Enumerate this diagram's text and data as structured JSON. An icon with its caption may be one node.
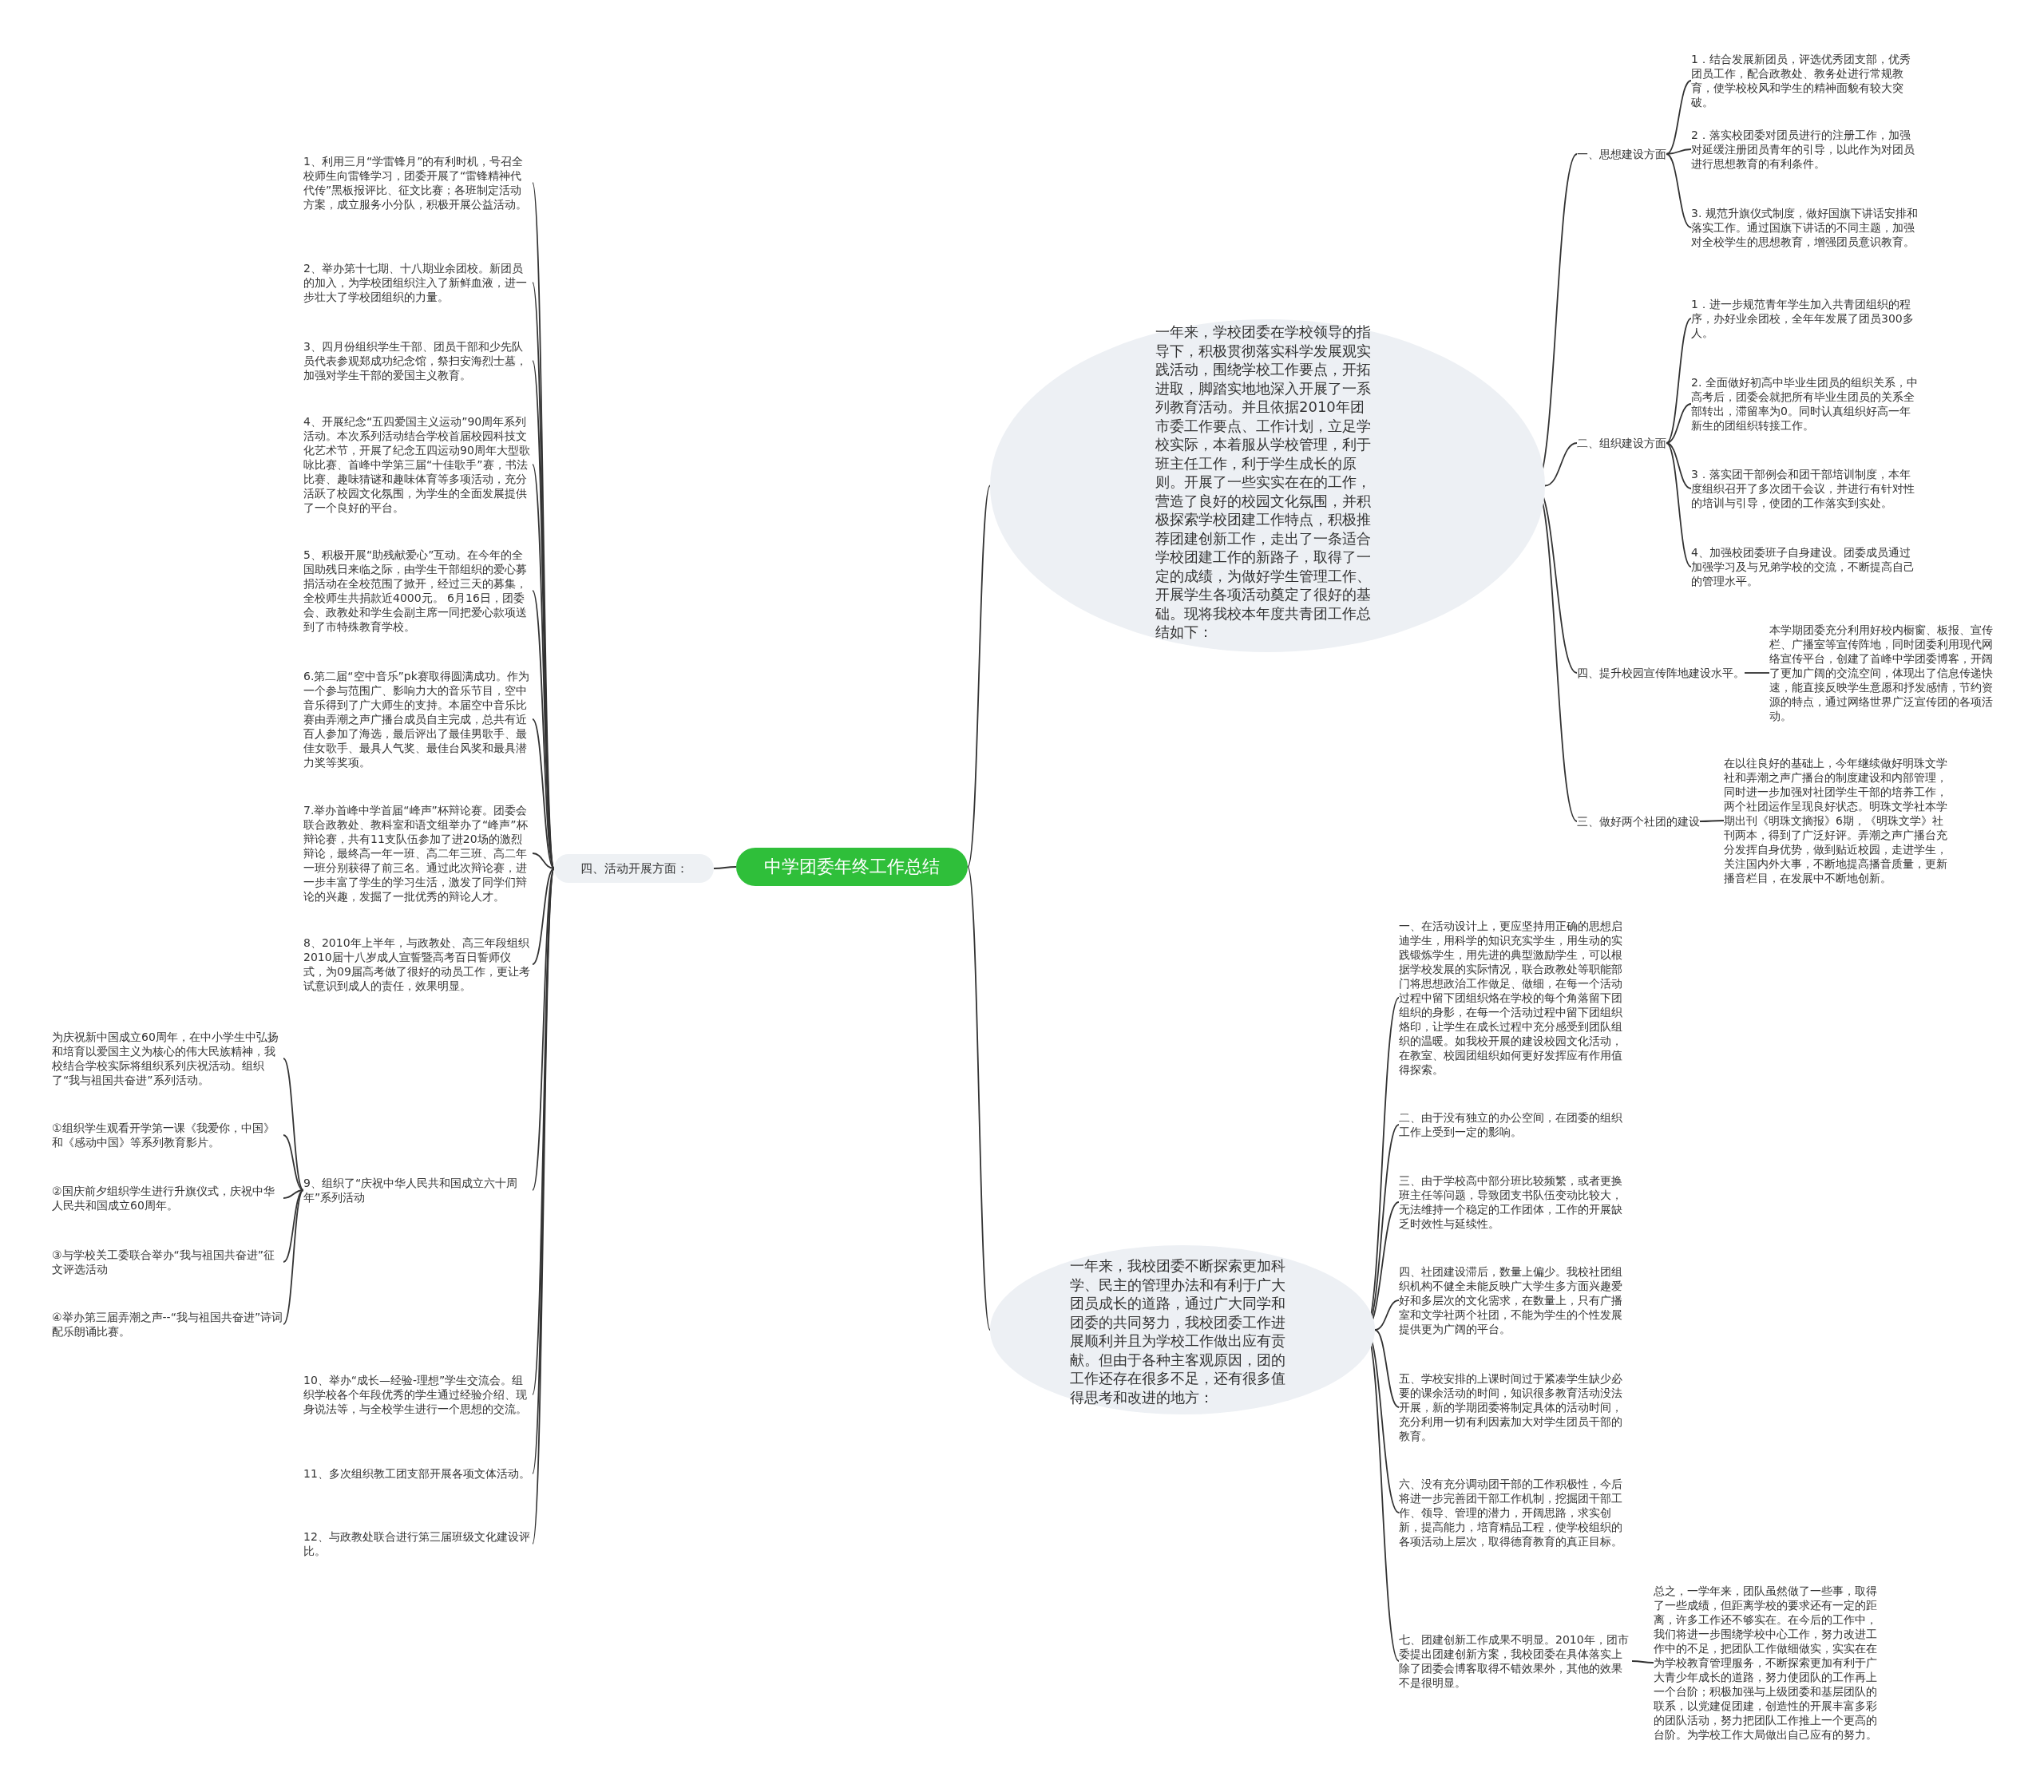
{
  "diagram": {
    "nodes": [
      {
        "text": [
          "中学团委年终工作总结"
        ]
      },
      {
        "text": [
          "一年来，学校团委在学校领导的指导下，积极贯彻落实科学发展观实践活动，围绕学校工作要点，开拓进取，脚踏实地地深入开展了一系列教育活动。并且依据2010年团市委工作要点、工作计划，立足学校实际，本着服从学校管理，利于班主任工作，利于学生成长的原则。开展了一些实实在在的工作，营造了良好的校园文化氛围，并积极探索学校团建工作特点，积极推荐团建创新工作，走出了一条适合学校团建工作的新路子，取得了一定的成绩，为做好学生管理工作、开展学生各项活动奠定了很好的基础。现将我校本年度共青团工作总结如下："
        ]
      },
      {
        "text": [
          "一、思想建设方面"
        ]
      },
      {
        "text": [
          "1．结合发展新团员，评选优秀团支部，优秀团员工作，配合政教处、教务处进行常规教育，使学校校风和学生的精神面貌有较大突破。"
        ]
      },
      {
        "text": [
          "2．落实校团委对团员进行的注册工作，加强对延缓注册团员青年的引导，以此作为对团员进行思想教育的有利条件。"
        ]
      },
      {
        "text": [
          "3. 规范升旗仪式制度，做好国旗下讲话安排和落实工作。通过国旗下讲话的不同主题，加强对全校学生的思想教育，增强团员意识教育。"
        ]
      },
      {
        "text": [
          "二、组织建设方面"
        ]
      },
      {
        "text": [
          "1．进一步规范青年学生加入共青团组织的程序，办好业余团校，全年年发展了团员300多人。"
        ]
      },
      {
        "text": [
          "2. 全面做好初高中毕业生团员的组织关系，中高考后，团委会就把所有毕业生团员的关系全部转出，滞留率为0。同时认真组织好高一年新生的团组织转接工作。"
        ]
      },
      {
        "text": [
          "3．落实团干部例会和团干部培训制度，本年度组织召开了多次团干会议，并进行有针对性的培训与引导，使团的工作落实到实处。"
        ]
      },
      {
        "text": [
          "4、加强校团委班子自身建设。团委成员通过加强学习及与兄弟学校的交流，不断提高自己的管理水平。"
        ]
      },
      {
        "text": [
          "四、提升校园宣传阵地建设水平。"
        ]
      },
      {
        "text": [
          "本学期团委充分利用好校内橱窗、板报、宣传栏、广播室等宣传阵地，同时团委利用现代网络宣传平台，创建了首峰中学团委博客，开阔了更加广阔的交流空间，体现出了信息传递快速，能直接反映学生意愿和抒发感情，节约资源的特点，通过网络世界广泛宣传团的各项活动。"
        ]
      },
      {
        "text": [
          "三、做好两个社团的建设"
        ]
      },
      {
        "text": [
          "在以往良好的基础上，今年继续做好明珠文学社和弄潮之声广播台的制度建设和内部管理，同时进一步加强对社团学生干部的培养工作，两个社团运作呈现良好状态。明珠文学社本学期出刊《明珠文摘报》6期，《明珠文学》社刊两本，得到了广泛好评。弄潮之声广播台充分发挥自身优势，做到贴近校园，走进学生，关注国内外大事，不断地提高播音质量，更新播音栏目，在发展中不断地创新。"
        ]
      },
      {
        "text": [
          "一年来，我校团委不断探索更加科学、民主的管理办法和有利于广大团员成长的道路，通过广大同学和团委的共同努力，我校团委工作进展顺利并且为学校工作做出应有贡献。但由于各种主客观原因，团的工作还存在很多不足，还有很多值得思考和改进的地方："
        ]
      },
      {
        "text": [
          "一、在活动设计上，更应坚持用正确的思想启迪学生，用科学的知识充实学生，用生动的实践锻炼学生，用先进的典型激励学生，可以根据学校发展的实际情况，联合政教处等职能部门将思想政治工作做足、做细，在每一个活动过程中留下团组织烙在学校的每个角落留下团组织的身影，在每一个活动过程中留下团组织烙印，让学生在成长过程中充分感受到团队组织的温暖。如我校开展的建设校园文化活动，在教室、校园团组织如何更好发挥应有作用值得探索。"
        ]
      },
      {
        "text": [
          "二、由于没有独立的办公空间，在团委的组织工作上受到一定的影响。"
        ]
      },
      {
        "text": [
          "三、由于学校高中部分班比较频繁，或者更换班主任等问题，导致团支书队伍变动比较大，无法维持一个稳定的工作团体，工作的开展缺乏时效性与延续性。"
        ]
      },
      {
        "text": [
          "四、社团建设滞后，数量上偏少。我校社团组织机构不健全未能反映广大学生多方面兴趣爱好和多层次的文化需求，在数量上，只有广播室和文学社两个社团，不能为学生的个性发展提供更为广阔的平台。"
        ]
      },
      {
        "text": [
          "五、学校安排的上课时间过于紧凑学生缺少必要的课余活动的时间，知识很多教育活动没法开展，新的学期团委将制定具体的活动时间，充分利用一切有利因素加大对学生团员干部的教育。"
        ]
      },
      {
        "text": [
          "六、没有充分调动团干部的工作积极性，今后将进一步完善团干部工作机制，挖掘团干部工作、领导、管理的潜力，开阔思路，求实创新，提高能力，培育精品工程，使学校组织的各项活动上层次，取得德育教育的真正目标。"
        ]
      },
      {
        "text": [
          "七、团建创新工作成果不明显。2010年，团市委提出团建创新方案，我校团委在具体落实上除了团委会博客取得不错效果外，其他的效果不是很明显。"
        ]
      },
      {
        "text": [
          "总之，一学年来，团队虽然做了一些事，取得了一些成绩，但距离学校的要求还有一定的距离，许多工作还不够实在。在今后的工作中，我们将进一步围绕学校中心工作，努力改进工作中的不足，把团队工作做细做实，实实在在为学校教育管理服务，不断探索更加有利于广大青少年成长的道路，努力使团队的工作再上一个台阶；积极加强与上级团委和基层团队的联系，以党建促团建，创造性的开展丰富多彩的团队活动，努力把团队工作推上一个更高的台阶。为学校工作大局做出自己应有的努力。"
        ]
      },
      {
        "text": [
          "四、活动开展方面："
        ]
      },
      {
        "text": [
          "1、利用三月“学雷锋月”的有利时机，号召全校师生向雷锋学习，团委开展了“雷锋精神代代传”黑板报评比、征文比赛；各班制定活动方案，成立服务小分队，积极开展公益活动。"
        ]
      },
      {
        "text": [
          "2、举办第十七期、十八期业余团校。新团员的加入，为学校团组织注入了新鲜血液，进一步壮大了学校团组织的力量。"
        ]
      },
      {
        "text": [
          "3、四月份组织学生干部、团员干部和少先队员代表参观郑成功纪念馆，祭扫安海烈士墓，加强对学生干部的爱国主义教育。"
        ]
      },
      {
        "text": [
          "4、开展纪念“五四爱国主义运动”90周年系列活动。本次系列活动结合学校首届校园科技文化艺术节，开展了纪念五四运动90周年大型歌咏比赛、首峰中学第三届“十佳歌手”赛，书法比赛、趣味猜谜和趣味体育等多项活动，充分活跃了校园文化氛围，为学生的全面发展提供了一个良好的平台。"
        ]
      },
      {
        "text": [
          "5、积极开展“助残献爱心”互动。在今年的全国助残日来临之际，由学生干部组织的爱心募捐活动在全校范围了掀开，经过三天的募集，全校师生共捐款近4000元。 6月16日，团委会、政教处和学生会副主席一同把爱心款项送到了市特殊教育学校。"
        ]
      },
      {
        "text": [
          "6.第二届“空中音乐”pk赛取得圆满成功。作为一个参与范围广、影响力大的音乐节目，空中音乐得到了广大师生的支持。本届空中音乐比赛由弄潮之声广播台成员自主完成，总共有近百人参加了海选，最后评出了最佳男歌手、最佳女歌手、最具人气奖、最佳台风奖和最具潜力奖等奖项。"
        ]
      },
      {
        "text": [
          "7.举办首峰中学首届“峰声”杯辩论赛。团委会联合政教处、教科室和语文组举办了“峰声”杯辩论赛，共有11支队伍参加了进20场的激烈辩论，最终高一年一班、高二年三班、高二年一班分别获得了前三名。通过此次辩论赛，进一步丰富了学生的学习生活，激发了同学们辩论的兴趣，发掘了一批优秀的辩论人才。"
        ]
      },
      {
        "text": [
          "8、2010年上半年，与政教处、高三年段组织2010届十八岁成人宣誓暨高考百日誓师仪式，为09届高考做了很好的动员工作，更让考试意识到成人的责任，效果明显。"
        ]
      },
      {
        "text": [
          "9、组织了“庆祝中华人民共和国成立六十周年”系列活动"
        ]
      },
      {
        "text": [
          "为庆祝新中国成立60周年，在中小学生中弘扬和培育以爱国主义为核心的伟大民族精神，我校结合学校实际将组织系列庆祝活动。组织了“我与祖国共奋进”系列活动。"
        ]
      },
      {
        "text": [
          "①组织学生观看开学第一课《我爱你，中国》和《感动中国》等系列教育影片。"
        ]
      },
      {
        "text": [
          "②国庆前夕组织学生进行升旗仪式，庆祝中华人民共和国成立60周年。"
        ]
      },
      {
        "text": [
          "③与学校关工委联合举办“我与祖国共奋进”征文评选活动"
        ]
      },
      {
        "text": [
          "④举办第三届弄潮之声--“我与祖国共奋进”诗词配乐朗诵比赛。"
        ]
      },
      {
        "text": [
          "10、举办“成长—经验-理想”学生交流会。组织学校各个年段优秀的学生通过经验介绍、现身说法等，与全校学生进行一个思想的交流。"
        ]
      },
      {
        "text": [
          "11、多次组织教工团支部开展各项文体活动。"
        ]
      },
      {
        "text": [
          "12、与政教处联合进行第三届班级文化建设评比。"
        ]
      }
    ],
    "edges": [
      {
        "from": 0,
        "to": 1,
        "arrow": "none"
      },
      {
        "from": 1,
        "to": 2,
        "arrow": "none"
      },
      {
        "from": 2,
        "to": 3,
        "arrow": "none"
      },
      {
        "from": 2,
        "to": 4,
        "arrow": "none"
      },
      {
        "from": 2,
        "to": 5,
        "arrow": "none"
      },
      {
        "from": 1,
        "to": 6,
        "arrow": "none"
      },
      {
        "from": 6,
        "to": 7,
        "arrow": "none"
      },
      {
        "from": 6,
        "to": 8,
        "arrow": "none"
      },
      {
        "from": 6,
        "to": 9,
        "arrow": "none"
      },
      {
        "from": 6,
        "to": 10,
        "arrow": "none"
      },
      {
        "from": 1,
        "to": 11,
        "arrow": "none"
      },
      {
        "from": 11,
        "to": 12,
        "arrow": "none"
      },
      {
        "from": 1,
        "to": 13,
        "arrow": "none"
      },
      {
        "from": 13,
        "to": 14,
        "arrow": "none"
      },
      {
        "from": 0,
        "to": 15,
        "arrow": "none"
      },
      {
        "from": 15,
        "to": 16,
        "arrow": "none"
      },
      {
        "from": 15,
        "to": 17,
        "arrow": "none"
      },
      {
        "from": 15,
        "to": 18,
        "arrow": "none"
      },
      {
        "from": 15,
        "to": 19,
        "arrow": "none"
      },
      {
        "from": 15,
        "to": 20,
        "arrow": "none"
      },
      {
        "from": 15,
        "to": 21,
        "arrow": "none"
      },
      {
        "from": 15,
        "to": 22,
        "arrow": "none"
      },
      {
        "from": 22,
        "to": 23,
        "arrow": "none"
      },
      {
        "from": 0,
        "to": 24,
        "arrow": "none"
      },
      {
        "from": 24,
        "to": 25,
        "arrow": "none"
      },
      {
        "from": 24,
        "to": 26,
        "arrow": "none"
      },
      {
        "from": 24,
        "to": 27,
        "arrow": "none"
      },
      {
        "from": 24,
        "to": 28,
        "arrow": "none"
      },
      {
        "from": 24,
        "to": 29,
        "arrow": "none"
      },
      {
        "from": 24,
        "to": 30,
        "arrow": "none"
      },
      {
        "from": 24,
        "to": 31,
        "arrow": "none"
      },
      {
        "from": 24,
        "to": 32,
        "arrow": "none"
      },
      {
        "from": 24,
        "to": 33,
        "arrow": "none"
      },
      {
        "from": 33,
        "to": 34,
        "arrow": "none"
      },
      {
        "from": 33,
        "to": 35,
        "arrow": "none"
      },
      {
        "from": 33,
        "to": 36,
        "arrow": "none"
      },
      {
        "from": 33,
        "to": 37,
        "arrow": "none"
      },
      {
        "from": 33,
        "to": 38,
        "arrow": "none"
      },
      {
        "from": 24,
        "to": 39,
        "arrow": "none"
      },
      {
        "from": 24,
        "to": 40,
        "arrow": "none"
      },
      {
        "from": 24,
        "to": 41,
        "arrow": "none"
      }
    ]
  }
}
